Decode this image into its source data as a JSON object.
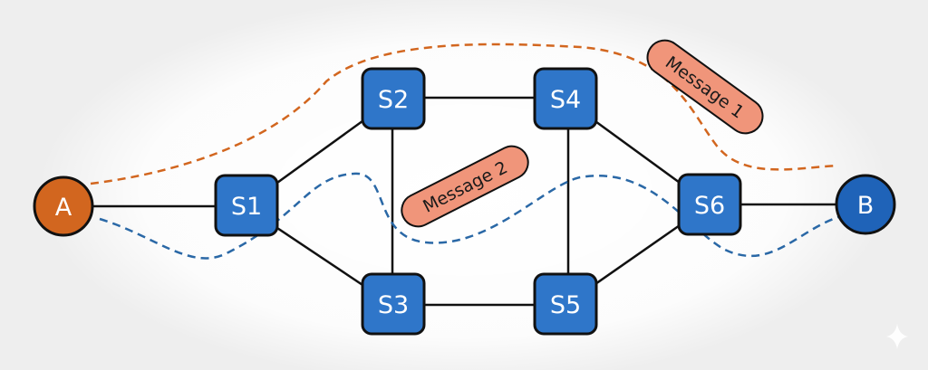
{
  "diagram": {
    "endpoints": [
      {
        "id": "A",
        "label": "A",
        "color": "#d2661f"
      },
      {
        "id": "B",
        "label": "B",
        "color": "#1f63b8"
      }
    ],
    "switches": [
      {
        "id": "S1",
        "label": "S1"
      },
      {
        "id": "S2",
        "label": "S2"
      },
      {
        "id": "S3",
        "label": "S3"
      },
      {
        "id": "S4",
        "label": "S4"
      },
      {
        "id": "S5",
        "label": "S5"
      },
      {
        "id": "S6",
        "label": "S6"
      }
    ],
    "links": [
      [
        "A",
        "S1"
      ],
      [
        "S1",
        "S2"
      ],
      [
        "S1",
        "S3"
      ],
      [
        "S2",
        "S3"
      ],
      [
        "S2",
        "S4"
      ],
      [
        "S3",
        "S5"
      ],
      [
        "S4",
        "S5"
      ],
      [
        "S4",
        "S6"
      ],
      [
        "S5",
        "S6"
      ],
      [
        "S6",
        "B"
      ]
    ],
    "messages": [
      {
        "label": "Message 1",
        "path_color": "#d2661f",
        "tag_color": "#f0957a"
      },
      {
        "label": "Message 2",
        "path_color": "#2a68a6",
        "tag_color": "#f0957a"
      }
    ],
    "switch_color": "#2f76c9"
  }
}
